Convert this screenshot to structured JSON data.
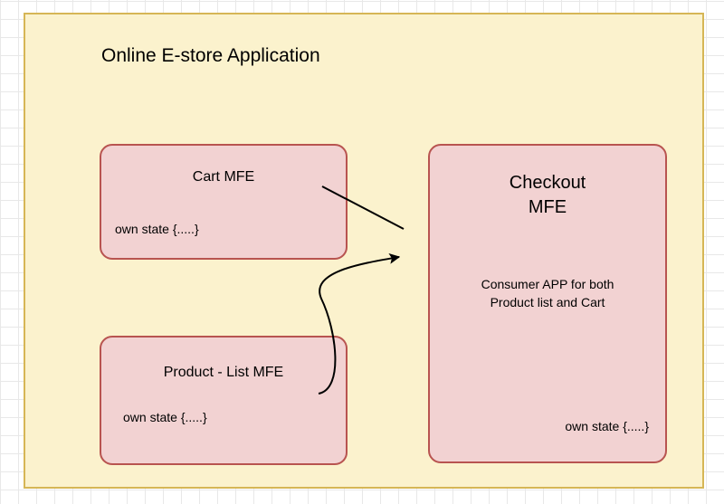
{
  "canvas": {
    "background_color": "#ffffff",
    "grid_minor_color": "#e8e8e8",
    "grid_major_color": "#d0d0d0"
  },
  "container": {
    "title": "Online E-store Application",
    "fill_color": "#fbf2cd",
    "border_color": "#d6b656"
  },
  "theme": {
    "box_fill_color": "#f2d2d2",
    "box_border_color": "#b85450",
    "text_color": "#000000",
    "edge_color": "#000000"
  },
  "boxes": [
    {
      "id": "cart-mfe",
      "title": "Cart MFE",
      "state_label": "own state {.....}"
    },
    {
      "id": "product-list-mfe",
      "title": "Product - List MFE",
      "state_label": "own state {.....}"
    },
    {
      "id": "checkout-mfe",
      "title_line_1": "Checkout",
      "title_line_2": "MFE",
      "description_line_1": "Consumer APP for both",
      "description_line_2": "Product list and Cart",
      "state_label": "own state {.....}"
    }
  ],
  "edges": [
    {
      "id": "cart-to-checkout",
      "from": "cart-mfe",
      "to": "checkout-mfe",
      "style": "straight",
      "arrowhead": "none"
    },
    {
      "id": "product-list-to-checkout",
      "from": "product-list-mfe",
      "to": "checkout-mfe",
      "style": "s-curve",
      "arrowhead": "filled-triangle"
    }
  ]
}
